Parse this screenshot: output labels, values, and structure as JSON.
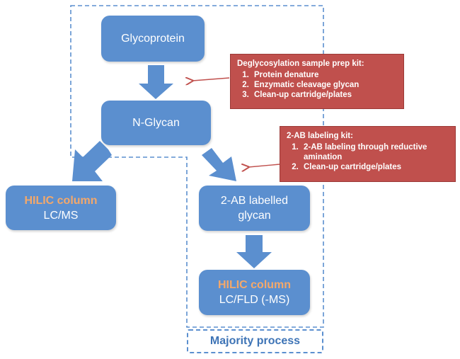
{
  "boxes": {
    "glycoprotein": "Glycoprotein",
    "nglycan": "N-Glycan",
    "hilic_left": {
      "highlight": "HILIC column",
      "text": "LC/MS"
    },
    "labelled": {
      "line1": "2-AB labelled",
      "line2": "glycan"
    },
    "hilic_bottom": {
      "highlight": "HILIC column",
      "text": "LC/FLD (-MS)"
    }
  },
  "kits": {
    "deglycosylation": {
      "title": "Deglycosylation sample prep kit:",
      "items": [
        "Protein denature",
        "Enzymatic cleavage glycan",
        "Clean-up cartridge/plates"
      ]
    },
    "labeling": {
      "title": "2-AB labeling kit:",
      "items": [
        "2-AB labeling through reductive amination",
        "Clean-up cartridge/plates"
      ]
    }
  },
  "majority_label": "Majority process",
  "colors": {
    "box": "#5b8fcf",
    "kit": "#c0504d",
    "highlight": "#f4a86a",
    "dashed": "#5b8fcf",
    "pointer_arrow": "#c0504d"
  }
}
